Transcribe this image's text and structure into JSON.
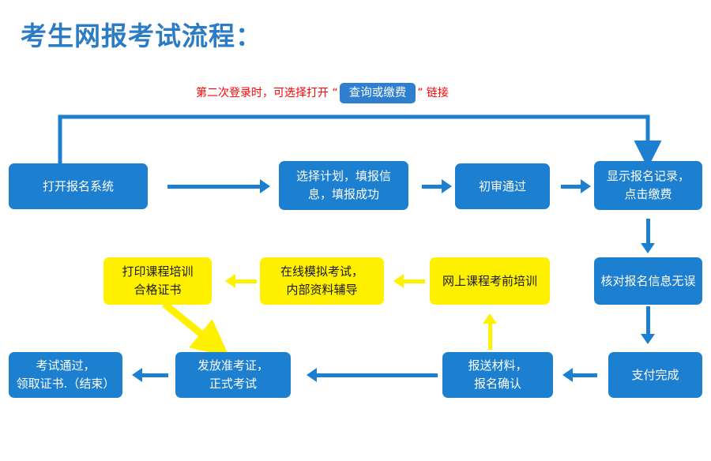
{
  "title": "考生网报考试流程：",
  "colors": {
    "title_blue": "#2b7cc4",
    "node_blue": "#1d7fd0",
    "node_yellow": "#fff000",
    "annotation_red": "#ff0000",
    "chip_blue": "#2e7fd0",
    "background": "#ffffff"
  },
  "annotation": {
    "before": "第二次登录时，可选择打开 “",
    "chip_label": "查询或缴费",
    "after": "” 链接"
  },
  "nodes": [
    {
      "id": "open-registration-system",
      "label": "打开报名系统",
      "color": "blue"
    },
    {
      "id": "select-plan-fill-info",
      "label": "选择计划，填报信\n息，填报成功",
      "color": "blue"
    },
    {
      "id": "first-review-passed",
      "label": "初审通过",
      "color": "blue"
    },
    {
      "id": "show-record-click-pay",
      "label": "显示报名记录，\n点击缴费",
      "color": "blue"
    },
    {
      "id": "verify-info-correct",
      "label": "核对报名信息无误",
      "color": "blue"
    },
    {
      "id": "payment-complete",
      "label": "支付完成",
      "color": "blue"
    },
    {
      "id": "submit-materials-confirm",
      "label": "报送材料，\n报名确认",
      "color": "blue"
    },
    {
      "id": "online-pre-exam-training",
      "label": "网上课程考前培训",
      "color": "yellow"
    },
    {
      "id": "online-mock-exam",
      "label": "在线模拟考试，\n内部资料辅导",
      "color": "yellow"
    },
    {
      "id": "print-training-certificate",
      "label": "打印课程培训\n合格证书",
      "color": "yellow"
    },
    {
      "id": "issue-admission-ticket",
      "label": "发放准考证，\n正式考试",
      "color": "blue"
    },
    {
      "id": "exam-passed-get-cert",
      "label": "考试通过，\n领取证书.（结束）",
      "color": "blue"
    }
  ],
  "connectors": [
    {
      "id": "open-to-select",
      "kind": "arrow-right",
      "color": "blue"
    },
    {
      "id": "select-to-review",
      "kind": "arrow-right",
      "color": "blue"
    },
    {
      "id": "review-to-show-record",
      "kind": "arrow-right",
      "color": "blue"
    },
    {
      "id": "feedback-loop-open-to-show-record",
      "kind": "elbow-down",
      "color": "blue"
    },
    {
      "id": "show-record-to-verify",
      "kind": "arrow-down",
      "color": "blue"
    },
    {
      "id": "verify-to-payment",
      "kind": "arrow-down",
      "color": "blue"
    },
    {
      "id": "payment-to-submit",
      "kind": "arrow-left",
      "color": "blue"
    },
    {
      "id": "submit-to-training",
      "kind": "arrow-up",
      "color": "yellow"
    },
    {
      "id": "training-to-mock",
      "kind": "arrow-left",
      "color": "yellow"
    },
    {
      "id": "mock-to-print-cert",
      "kind": "arrow-left",
      "color": "yellow"
    },
    {
      "id": "print-cert-to-ticket",
      "kind": "arrow-diagonal",
      "color": "yellow"
    },
    {
      "id": "submit-to-ticket",
      "kind": "arrow-left",
      "color": "blue"
    },
    {
      "id": "ticket-to-passed",
      "kind": "arrow-left",
      "color": "blue"
    }
  ]
}
